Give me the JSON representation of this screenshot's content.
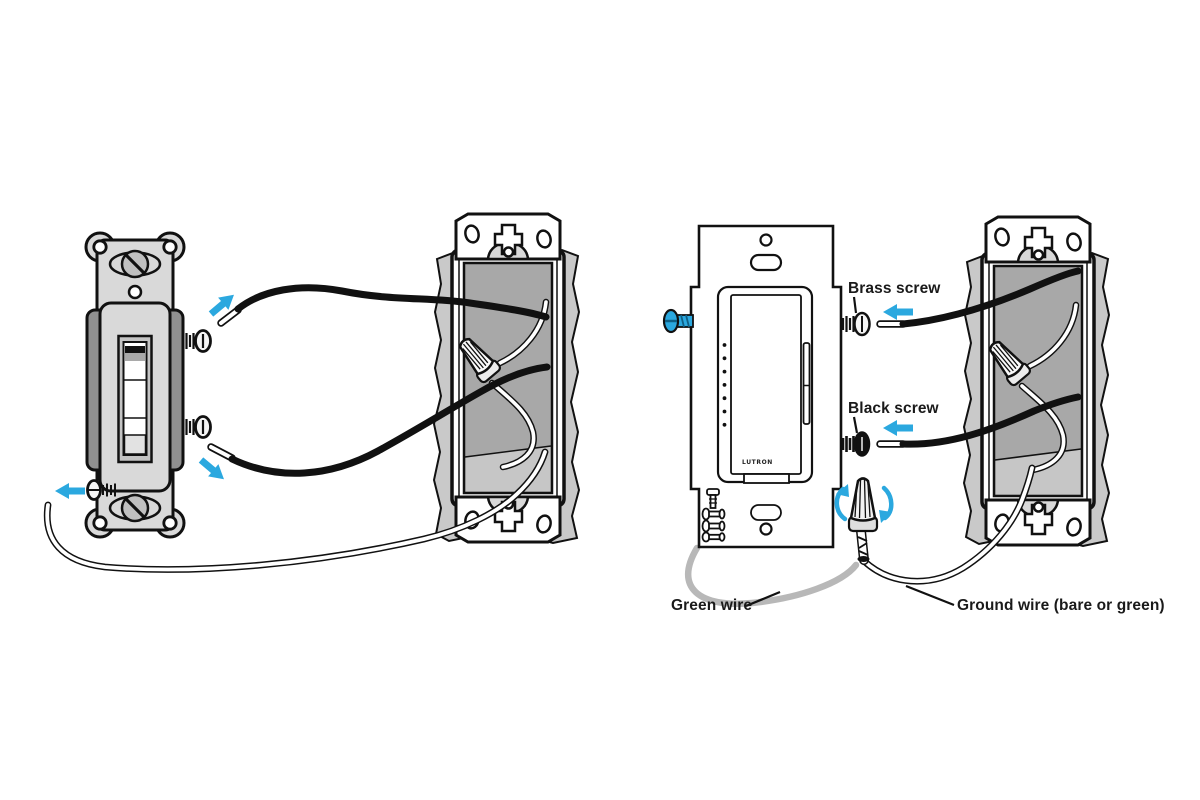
{
  "figure": {
    "type": "wiring-diagram",
    "description": "Removing wires from a toggle switch (left) and connecting them to a Lutron dimmer (right)",
    "labels": {
      "brass_screw": "Brass screw",
      "black_screw": "Black screw",
      "green_wire": "Green wire",
      "ground_wire": "Ground wire (bare or green)"
    },
    "dimmer_brand": "LUTRON",
    "icons": {
      "pull_arrow": "blue direction arrow",
      "twist_arrow": "blue rotation arrows around wire nut",
      "wire_nut": "cone wire connector",
      "ground_screw": "green/blue ground screw"
    },
    "colors": {
      "background": "#ffffff",
      "outline_black": "#111111",
      "label_text": "#1a1a1a",
      "arrow_blue": "#2BA8DF",
      "screw_blue": "#2BA8DF",
      "wire_black": "#111111",
      "wire_green_gray": "#b8b8b8",
      "wall_gray": "#c9c9c9",
      "box_interior_gray": "#a8a8a8",
      "box_floor_gray": "#c6c6c6",
      "switch_body_gray": "#d9d9d9",
      "switch_backing_gray": "#909090"
    }
  }
}
